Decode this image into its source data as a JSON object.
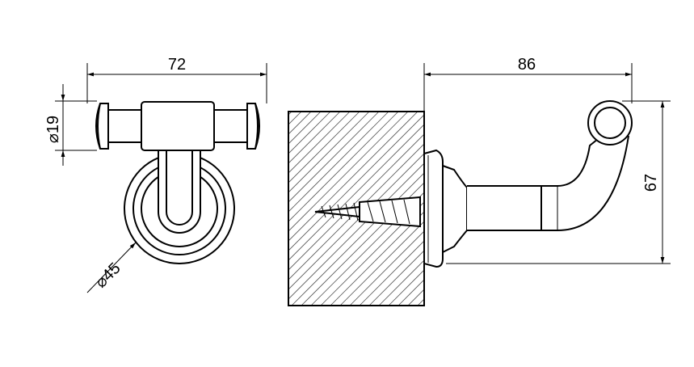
{
  "front_view": {
    "width_label": "72",
    "diameter_bar_label": "19",
    "diameter_rosette_label": "45",
    "diameter_symbol": "⌀"
  },
  "side_view": {
    "depth_label": "86",
    "height_label": "67"
  }
}
